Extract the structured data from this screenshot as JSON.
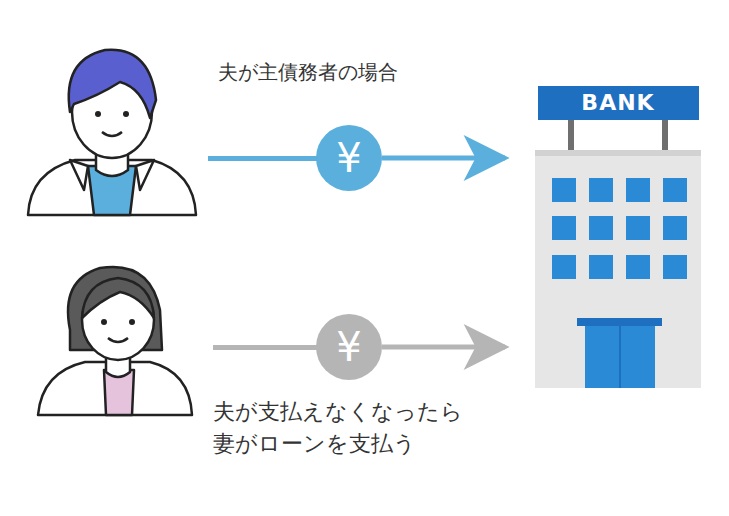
{
  "diagram": {
    "nodes": [
      {
        "text": [
          "¥"
        ]
      },
      {
        "text": [
          "¥"
        ]
      },
      {
        "text": [
          "BANK"
        ]
      }
    ],
    "edges": [
      {
        "from": 0,
        "to": 2,
        "arrow": "to"
      },
      {
        "from": 1,
        "to": 2,
        "arrow": "to"
      }
    ],
    "labels": [
      "夫が主債務者の場合",
      "夫が支払えなくなったら 妻がローンを支払う"
    ]
  }
}
